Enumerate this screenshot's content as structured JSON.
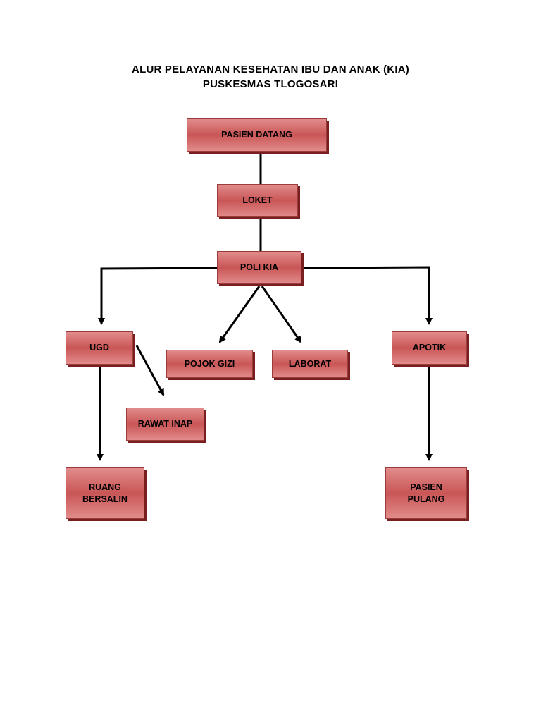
{
  "title": {
    "line1": "ALUR PELAYANAN KESEHATAN IBU DAN ANAK (KIA)",
    "line2": "PUSKESMAS TLOGOSARI"
  },
  "colors": {
    "node_fill_light": "#e28b8b",
    "node_fill_dark": "#c95656",
    "node_border": "#9c3b3b",
    "node_shadow": "#7a1f1f",
    "connector": "#000000"
  },
  "nodes": {
    "pasien_datang": "PASIEN DATANG",
    "loket": "LOKET",
    "poli_kia": "POLI KIA",
    "ugd": "UGD",
    "pojok_gizi": "POJOK GIZI",
    "laborat": "LABORAT",
    "apotik": "APOTIK",
    "rawat_inap": "RAWAT INAP",
    "ruang_bersalin": "RUANG\nBERSALIN",
    "pasien_pulang": "PASIEN\nPULANG"
  },
  "edges": [
    {
      "from": "pasien_datang",
      "to": "loket",
      "arrow": false
    },
    {
      "from": "loket",
      "to": "poli_kia",
      "arrow": false
    },
    {
      "from": "poli_kia",
      "to": "ugd",
      "arrow": true
    },
    {
      "from": "poli_kia",
      "to": "apotik",
      "arrow": true
    },
    {
      "from": "poli_kia",
      "to": "pojok_gizi",
      "arrow": true
    },
    {
      "from": "poli_kia",
      "to": "laborat",
      "arrow": true
    },
    {
      "from": "ugd",
      "to": "rawat_inap",
      "arrow": true
    },
    {
      "from": "ugd",
      "to": "ruang_bersalin",
      "arrow": true
    },
    {
      "from": "apotik",
      "to": "pasien_pulang",
      "arrow": true
    }
  ]
}
